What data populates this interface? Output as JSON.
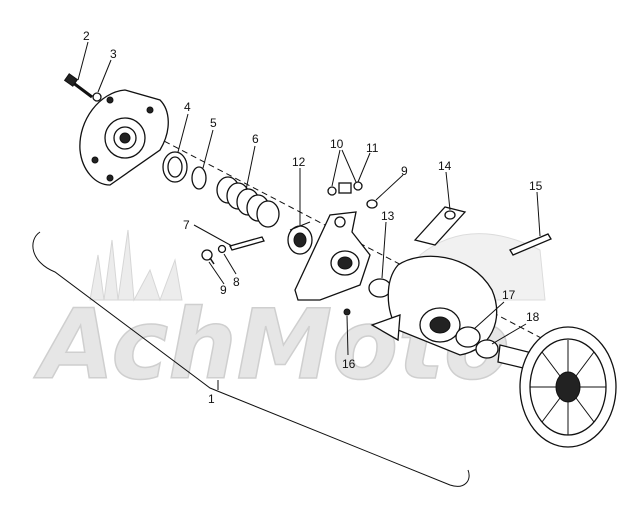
{
  "watermark": {
    "text": "AchMoto"
  },
  "callouts": {
    "c1": "1",
    "c2": "2",
    "c3": "3",
    "c4": "4",
    "c5": "5",
    "c6": "6",
    "c7": "7",
    "c8": "8",
    "c9a": "9",
    "c9b": "9",
    "c10": "10",
    "c11": "11",
    "c12": "12",
    "c13": "13",
    "c14": "14",
    "c15": "15",
    "c16": "16",
    "c17": "17",
    "c18": "18"
  }
}
